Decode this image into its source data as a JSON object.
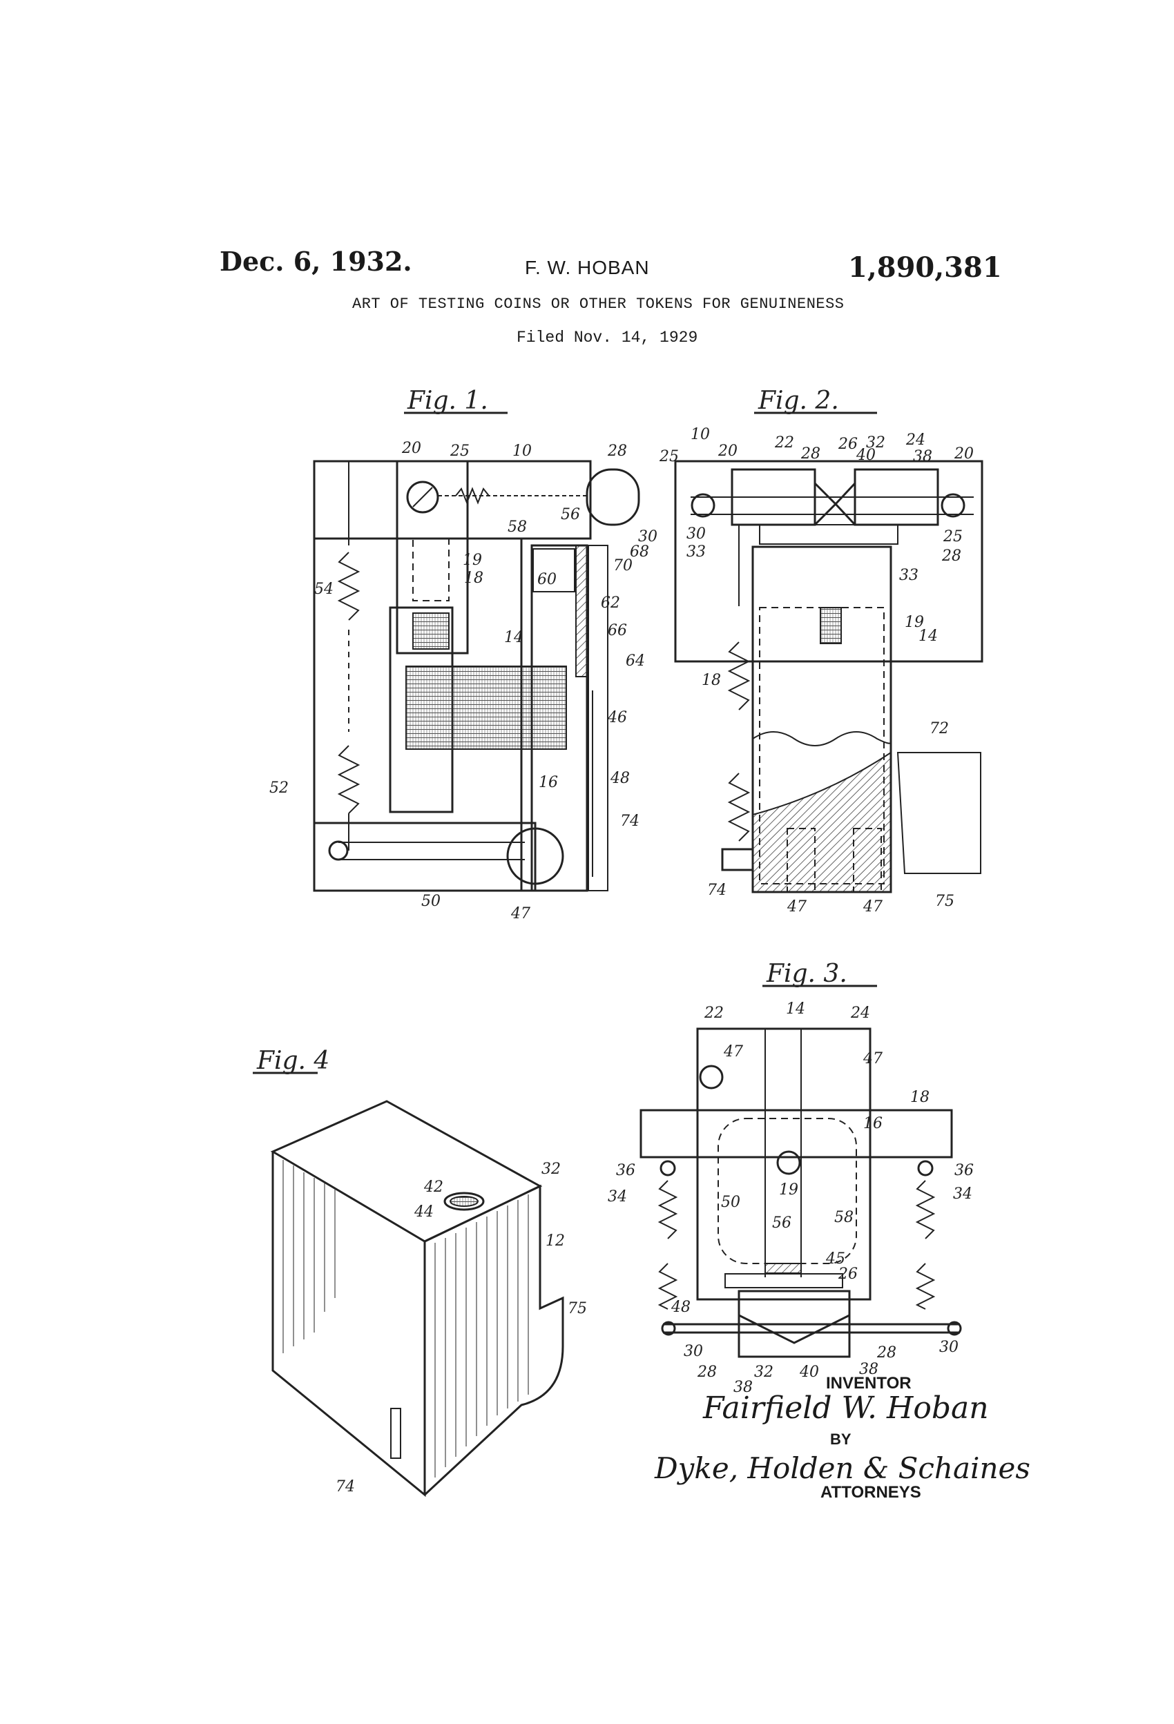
{
  "header": {
    "date": "Dec. 6, 1932.",
    "inventor": "F. W. HOBAN",
    "patent_number": "1,890,381",
    "title": "ART OF TESTING COINS OR OTHER TOKENS FOR GENUINENESS",
    "filed": "Filed Nov. 14, 1929"
  },
  "figures": {
    "fig1": "Fig. 1.",
    "fig2": "Fig. 2.",
    "fig3": "Fig. 3.",
    "fig4": "Fig. 4"
  },
  "signature_block": {
    "inventor_label": "INVENTOR",
    "inventor_signature": "Fairfield W. Hoban",
    "by_label": "BY",
    "attorney_signature": "Dyke, Holden & Schaines",
    "attorneys_label": "ATTORNEYS"
  },
  "reference_numerals": {
    "fig1": [
      "20",
      "25",
      "10",
      "28",
      "56",
      "30",
      "58",
      "68",
      "70",
      "19",
      "18",
      "60",
      "62",
      "66",
      "54",
      "14",
      "64",
      "46",
      "16",
      "48",
      "52",
      "74",
      "50",
      "47"
    ],
    "fig2": [
      "10",
      "20",
      "22",
      "28",
      "26",
      "32",
      "24",
      "40",
      "38",
      "20",
      "25",
      "30",
      "25",
      "33",
      "28",
      "33",
      "19",
      "14",
      "18",
      "72",
      "74",
      "47",
      "47",
      "75"
    ],
    "fig3": [
      "22",
      "14",
      "24",
      "47",
      "47",
      "18",
      "16",
      "36",
      "36",
      "34",
      "19",
      "34",
      "50",
      "58",
      "56",
      "45",
      "26",
      "48",
      "30",
      "28",
      "28",
      "30",
      "32",
      "40",
      "38",
      "38"
    ],
    "fig4": [
      "42",
      "32",
      "44",
      "12",
      "75",
      "74"
    ]
  }
}
